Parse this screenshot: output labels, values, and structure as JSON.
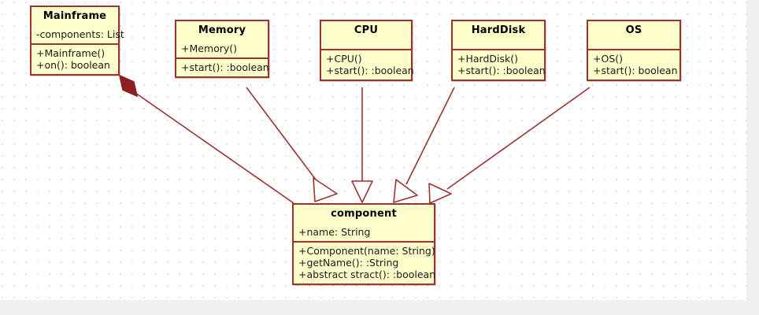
{
  "diagram": {
    "kind": "uml-class-diagram",
    "colors": {
      "class_fill": "#ffffcc",
      "class_border": "#9e3231",
      "edge": "#9e3231",
      "canvas": "#ffffff",
      "grid_dot": "#e3e3e6",
      "chrome": "#f0f0f0"
    },
    "classes": [
      {
        "id": "mainframe",
        "name": "Mainframe",
        "attributes": [
          "-components: List"
        ],
        "operations": [
          "+Mainframe()",
          "+on(): boolean"
        ],
        "has_empty_attribute_compartment": false
      },
      {
        "id": "memory",
        "name": "Memory",
        "attributes": [
          "+Memory()"
        ],
        "operations": [
          "+start(): :boolean"
        ],
        "has_empty_attribute_compartment": false
      },
      {
        "id": "cpu",
        "name": "CPU",
        "attributes": [],
        "operations": [
          "+CPU()",
          "+start(): :boolean"
        ],
        "has_empty_attribute_compartment": true
      },
      {
        "id": "harddisk",
        "name": "HardDisk",
        "attributes": [],
        "operations": [
          "+HardDisk()",
          "+start(): :boolean"
        ],
        "has_empty_attribute_compartment": true
      },
      {
        "id": "os",
        "name": "OS",
        "attributes": [],
        "operations": [
          "+OS()",
          "+start(): boolean"
        ],
        "has_empty_attribute_compartment": true
      },
      {
        "id": "component",
        "name": "component",
        "attributes": [
          "+name: String"
        ],
        "operations": [
          "+Component(name: String)",
          "+getName(): :String",
          "+abstract stract(): :boolean"
        ],
        "has_empty_attribute_compartment": false
      }
    ],
    "relationships": [
      {
        "id": "mainframe-component",
        "type": "composition",
        "from": "mainframe",
        "to": "component",
        "end_marker": "filled-diamond"
      },
      {
        "id": "memory-component",
        "type": "generalization",
        "from": "memory",
        "to": "component",
        "end_marker": "hollow-triangle"
      },
      {
        "id": "cpu-component",
        "type": "generalization",
        "from": "cpu",
        "to": "component",
        "end_marker": "hollow-triangle"
      },
      {
        "id": "harddisk-component",
        "type": "generalization",
        "from": "harddisk",
        "to": "component",
        "end_marker": "hollow-triangle"
      },
      {
        "id": "os-component",
        "type": "generalization",
        "from": "os",
        "to": "component",
        "end_marker": "hollow-triangle"
      }
    ]
  }
}
